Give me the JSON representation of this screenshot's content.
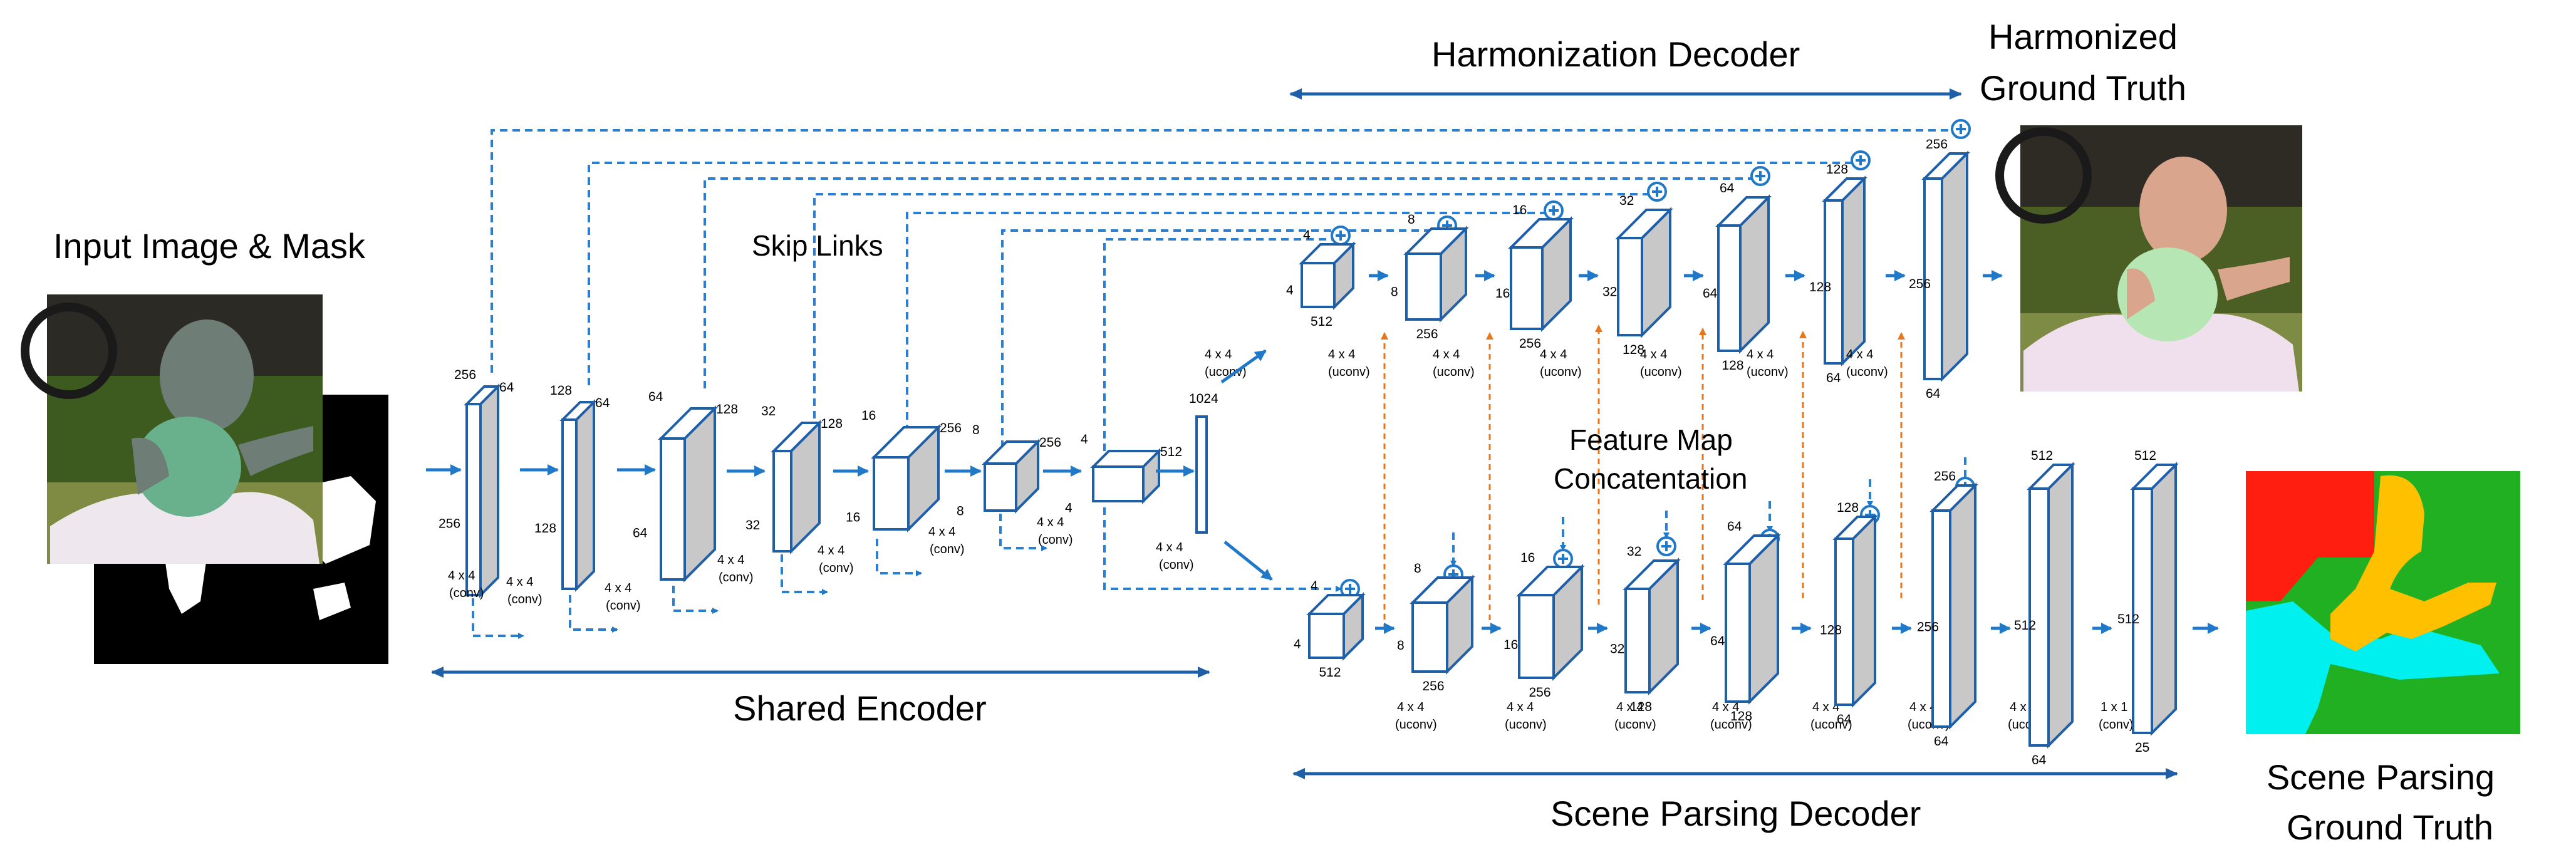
{
  "labels": {
    "input": "Input Image & Mask",
    "harmonization_decoder": "Harmonization Decoder",
    "harmonized_gt_line1": "Harmonized",
    "harmonized_gt_line2": "Ground Truth",
    "skip_links": "Skip Links",
    "feature_map_line1": "Feature Map",
    "feature_map_line2": "Concatentation",
    "shared_encoder": "Shared Encoder",
    "scene_parsing_decoder": "Scene Parsing Decoder",
    "scene_parsing_gt_line1": "Scene Parsing",
    "scene_parsing_gt_line2": "Ground Truth"
  },
  "encoder": [
    {
      "top": "256",
      "right": "64",
      "left": "256",
      "op": [
        "4 x 4",
        "(conv)"
      ]
    },
    {
      "top": "128",
      "right": "64",
      "left": "128",
      "op": [
        "4 x 4",
        "(conv)"
      ]
    },
    {
      "top": "64",
      "right": "128",
      "left": "64",
      "op": [
        "4 x 4",
        "(conv)"
      ]
    },
    {
      "top": "32",
      "right": "128",
      "left": "32",
      "op": [
        "4 x 4",
        "(conv)"
      ]
    },
    {
      "top": "16",
      "right": "256",
      "left": "16",
      "op": [
        "4 x 4",
        "(conv)"
      ]
    },
    {
      "top": "8",
      "right": "256",
      "left": "8",
      "op": [
        "4 x 4",
        "(conv)"
      ]
    },
    {
      "top": "4",
      "right": "512",
      "left": "4",
      "op": [
        "4 x 4",
        "(conv)"
      ]
    },
    {
      "top": "1024",
      "op": [
        "4 x 4",
        "(conv)"
      ]
    }
  ],
  "harmonization": [
    {
      "top": "4",
      "left": "4",
      "bottom": "512",
      "op": [
        "4 x 4",
        "(uconv)"
      ]
    },
    {
      "top": "8",
      "left": "8",
      "bottom": "256",
      "op": [
        "4 x 4",
        "(uconv)"
      ]
    },
    {
      "top": "16",
      "left": "16",
      "bottom": "256",
      "op": [
        "4 x 4",
        "(uconv)"
      ]
    },
    {
      "top": "32",
      "left": "32",
      "bottom": "128",
      "op": [
        "4 x 4",
        "(uconv)"
      ]
    },
    {
      "top": "64",
      "left": "64",
      "bottom": "128",
      "op": [
        "4 x 4",
        "(uconv)"
      ]
    },
    {
      "top": "128",
      "left": "128",
      "bottom": "64",
      "op": [
        "4 x 4",
        "(uconv)"
      ]
    },
    {
      "top": "256",
      "left": "256",
      "bottom": "64",
      "op": [
        "4 x 4",
        "(uconv)"
      ]
    }
  ],
  "scene_parsing": [
    {
      "top": "4",
      "left": "4",
      "bottom": "512",
      "op": [
        "4 x 4",
        "(uconv)"
      ]
    },
    {
      "top": "8",
      "left": "8",
      "bottom": "256",
      "op": [
        "4 x 4",
        "(uconv)"
      ]
    },
    {
      "top": "16",
      "left": "16",
      "bottom": "256",
      "op": [
        "4 x 4",
        "(uconv)"
      ]
    },
    {
      "top": "32",
      "left": "32",
      "bottom": "128",
      "op": [
        "4 x 4",
        "(uconv)"
      ]
    },
    {
      "top": "64",
      "left": "64",
      "bottom": "128",
      "op": [
        "4 x 4",
        "(uconv)"
      ]
    },
    {
      "top": "128",
      "left": "128",
      "bottom": "64",
      "op": [
        "4 x 4",
        "(uconv)"
      ]
    },
    {
      "top": "256",
      "left": "256",
      "bottom": "64",
      "op": [
        "4 x 4",
        "(uconv)"
      ]
    },
    {
      "top": "512",
      "left": "512",
      "bottom": "64",
      "op": [
        "1 x 1",
        "(conv)"
      ]
    },
    {
      "top": "512",
      "left": "512",
      "bottom": "25"
    }
  ],
  "colors": {
    "arrow_blue": "#1f78c8",
    "skip_blue": "#2a7fd0",
    "concat_orange": "#e8761a",
    "block_stroke": "#1f5fa8",
    "block_side": "#c8c8c8",
    "span_arrow": "#1f5fa8",
    "seg_red": "#ff1e10",
    "seg_green": "#21b021",
    "seg_yellow": "#ffc000",
    "seg_cyan": "#00f0f0"
  }
}
